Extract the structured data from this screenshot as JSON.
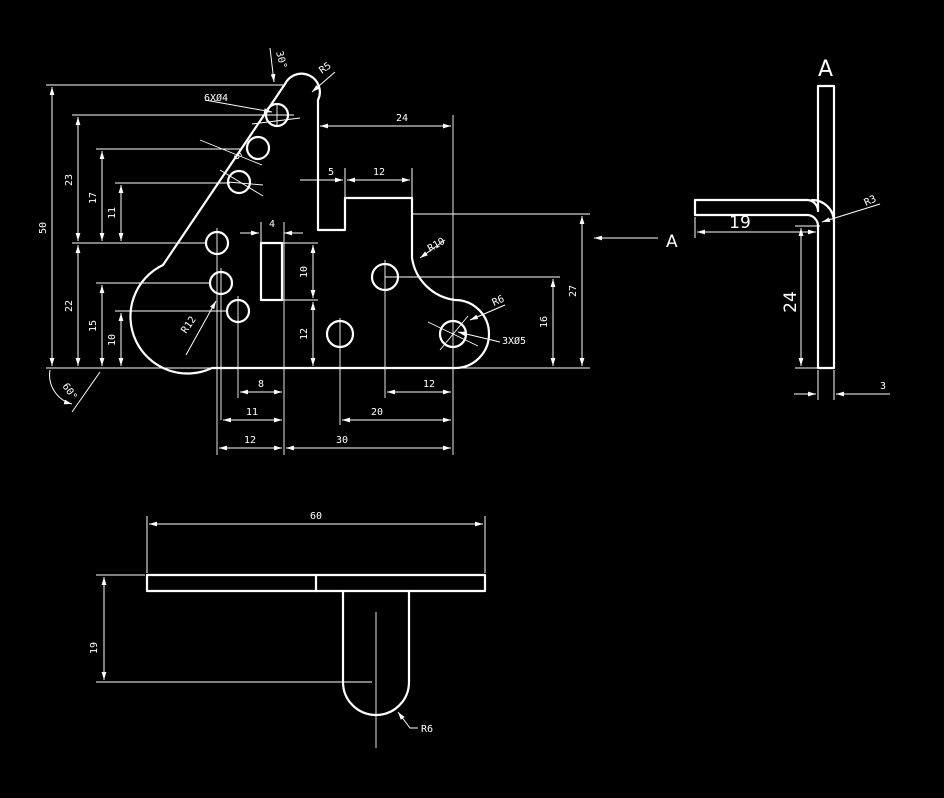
{
  "front_view": {
    "dimensions": {
      "d50": "50",
      "d23": "23",
      "d17": "17",
      "d11v": "11",
      "d22": "22",
      "d15": "15",
      "d10l": "10",
      "d24": "24",
      "d5": "5",
      "d12top": "12",
      "d4": "4",
      "d10r": "10",
      "d12r": "12",
      "d27": "27",
      "d16": "16",
      "d8": "8",
      "d11h": "11",
      "d12a": "12",
      "d30": "30",
      "d20": "20",
      "d12b": "12",
      "d5slant": "5"
    },
    "callouts": {
      "holes_small": "6XØ4",
      "holes_large": "3XØ5",
      "r5": "R5",
      "r10": "R10",
      "r6": "R6",
      "r12": "R12",
      "angle_top": "30°",
      "angle_bottom": "60°"
    }
  },
  "side_view": {
    "view_label": "A",
    "arrow_label": "A",
    "dimensions": {
      "d19": "19",
      "d24": "24",
      "d3": "3"
    },
    "radius": "R3"
  },
  "bottom_view": {
    "dimensions": {
      "d60": "60",
      "d19": "19"
    },
    "radius": "R6"
  }
}
